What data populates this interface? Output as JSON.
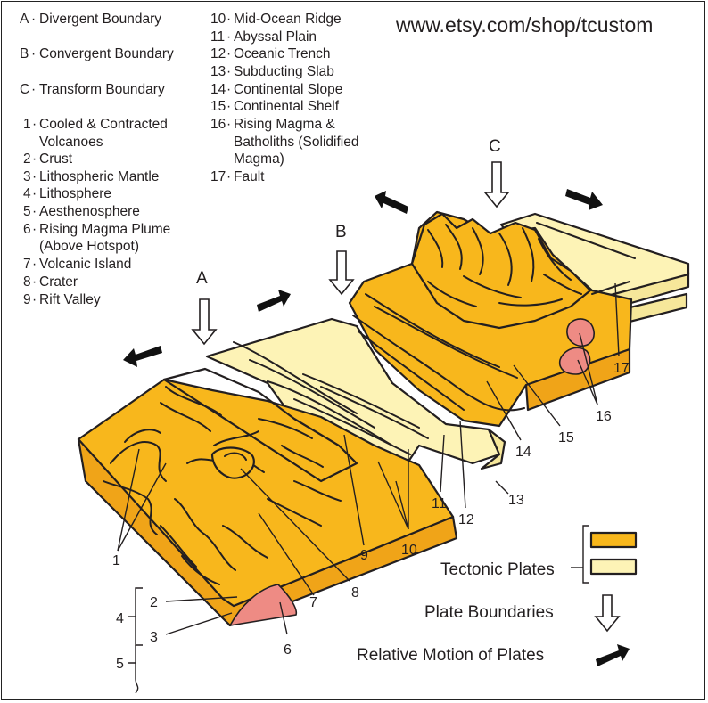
{
  "url": "www.etsy.com/shop/tcustom",
  "key_letters": [
    {
      "id": "A",
      "text": "Divergent Boundary"
    },
    {
      "id": "B",
      "text": "Convergent Boundary"
    },
    {
      "id": "C",
      "text": "Transform Boundary"
    }
  ],
  "key_left": [
    {
      "num": "1",
      "lines": [
        "Cooled & Contracted",
        "Volcanoes"
      ]
    },
    {
      "num": "2",
      "lines": [
        "Crust"
      ]
    },
    {
      "num": "3",
      "lines": [
        "Lithospheric Mantle"
      ]
    },
    {
      "num": "4",
      "lines": [
        "Lithosphere"
      ]
    },
    {
      "num": "5",
      "lines": [
        "Aesthenosphere"
      ]
    },
    {
      "num": "6",
      "lines": [
        "Rising Magma Plume",
        "(Above Hotspot)"
      ]
    },
    {
      "num": "7",
      "lines": [
        "Volcanic Island"
      ]
    },
    {
      "num": "8",
      "lines": [
        "Crater"
      ]
    },
    {
      "num": "9",
      "lines": [
        "Rift Valley"
      ]
    }
  ],
  "key_right": [
    {
      "num": "10",
      "lines": [
        "Mid-Ocean Ridge"
      ]
    },
    {
      "num": "11",
      "lines": [
        "Abyssal Plain"
      ]
    },
    {
      "num": "12",
      "lines": [
        "Oceanic Trench"
      ]
    },
    {
      "num": "13",
      "lines": [
        "Subducting Slab"
      ]
    },
    {
      "num": "14",
      "lines": [
        "Continental Slope"
      ]
    },
    {
      "num": "15",
      "lines": [
        "Continental Shelf"
      ]
    },
    {
      "num": "16",
      "lines": [
        "Rising Magma &",
        "Batholiths (Solidified",
        "Magma)"
      ]
    },
    {
      "num": "17",
      "lines": [
        "Fault"
      ]
    }
  ],
  "boundary_labels": {
    "a": "A",
    "b": "B",
    "c": "C"
  },
  "callouts": {
    "n1": "1",
    "n2": "2",
    "n3": "3",
    "n4": "4",
    "n5": "5",
    "n6": "6",
    "n7": "7",
    "n8": "8",
    "n9": "9",
    "n10": "10",
    "n11": "11",
    "n12": "12",
    "n13": "13",
    "n14": "14",
    "n15": "15",
    "n16": "16",
    "n17": "17"
  },
  "legend": {
    "tectonic_plates": "Tectonic Plates",
    "plate_boundaries": "Plate Boundaries",
    "relative_motion": "Relative Motion of Plates",
    "plate_colors": [
      "#f8b71c",
      "#fdf3b6"
    ]
  },
  "colors": {
    "continental_plate": "#f8b71c",
    "oceanic_plate": "#fdf3b6",
    "magma": "#ee8b84",
    "line": "#231f20"
  }
}
